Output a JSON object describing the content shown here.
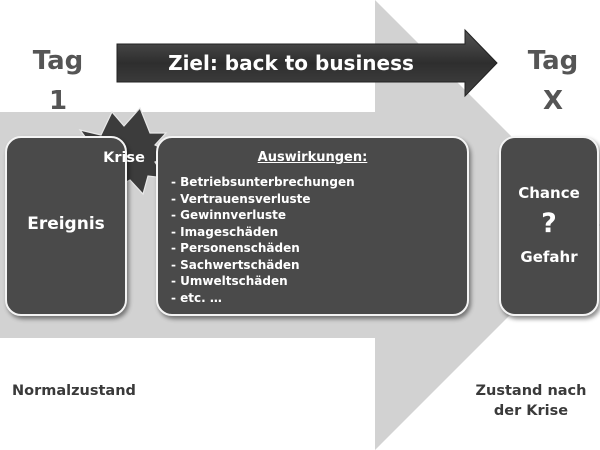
{
  "tags": {
    "start_word": "Tag",
    "start_num": "1",
    "end_word": "Tag",
    "end_num": "X"
  },
  "goal_arrow": {
    "label": "Ziel: back to business"
  },
  "event_box": {
    "label": "Ereignis"
  },
  "crisis_burst": {
    "label": "Krise"
  },
  "effects_box": {
    "title": "Auswirkungen:",
    "items": [
      "- Betriebsunterbrechungen",
      "- Vertrauensverluste",
      "- Gewinnverluste",
      "- Imageschäden",
      "- Personenschäden",
      "- Sachwertschäden",
      "- Umweltschäden",
      "- etc. …"
    ]
  },
  "outcome_box": {
    "chance": "Chance",
    "question": "?",
    "danger": "Gefahr"
  },
  "footer": {
    "left": "Normalzustand",
    "right_line1": "Zustand nach",
    "right_line2": "der Krise"
  },
  "colors": {
    "big_arrow": "#d2d2d2",
    "box_fill": "#4a4a4a",
    "goal_arrow": "#3b3b3b",
    "burst": "#3c3c3c"
  }
}
